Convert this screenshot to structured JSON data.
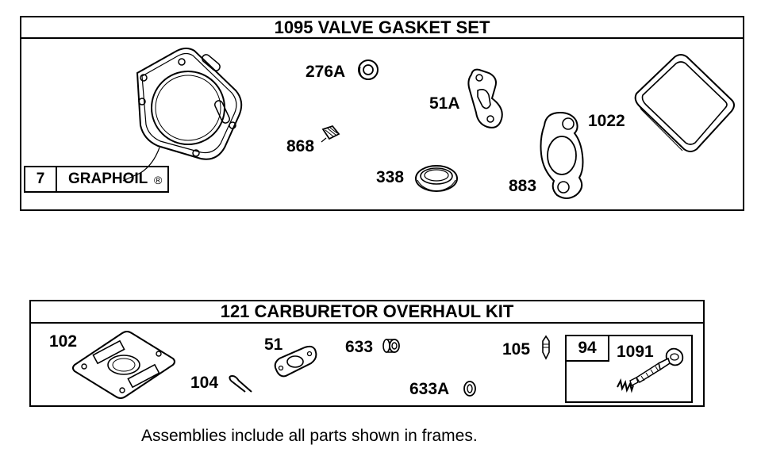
{
  "valve_gasket_set": {
    "title": "1095 VALVE GASKET SET",
    "labels": {
      "p276a": "276A",
      "p51a": "51A",
      "p868": "868",
      "p338": "338",
      "p883": "883",
      "p1022": "1022"
    },
    "sealant": {
      "number": "7",
      "name": "GRAPHOIL",
      "mark": "®"
    }
  },
  "carburetor_kit": {
    "title": "121 CARBURETOR OVERHAUL KIT",
    "labels": {
      "p102": "102",
      "p104": "104",
      "p51": "51",
      "p633": "633",
      "p633a": "633A",
      "p105": "105",
      "p1091": "1091"
    },
    "sub_kit_number": "94"
  },
  "footnote": "Assemblies include all parts shown in frames."
}
